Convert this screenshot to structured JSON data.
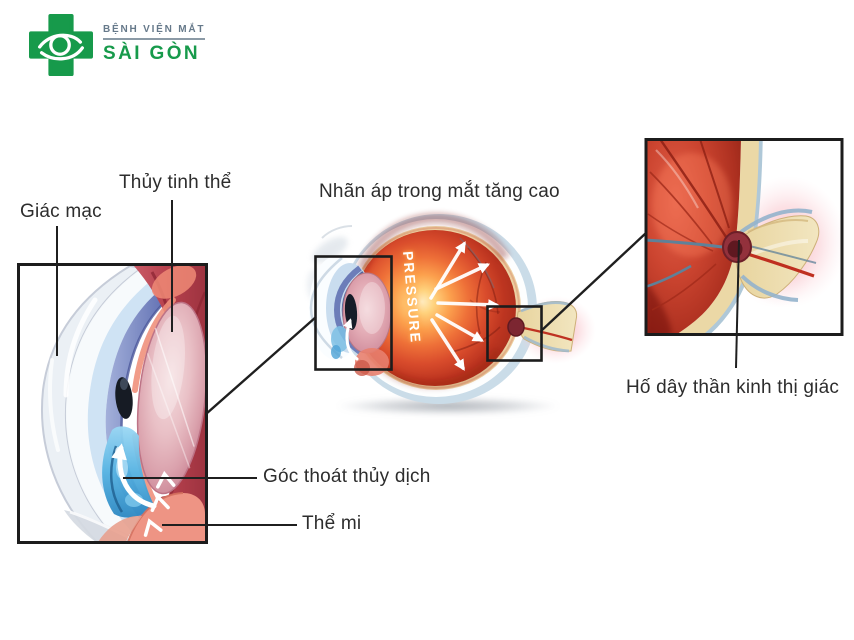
{
  "logo": {
    "icon": "eye-cross-icon",
    "line1": "BỆNH VIỆN MẮT",
    "line2": "SÀI GÒN",
    "colors": {
      "brand_green": "#179a4b",
      "type_gray": "#66798a"
    }
  },
  "diagram": {
    "title": "Nhãn áp trong mắt tăng cao",
    "pressure": "PRESSURE",
    "labels": {
      "cornea": "Giác mạc",
      "lens": "Thủy tinh thể",
      "drainage_angle": "Góc thoát thủy dịch",
      "ciliary_body": "Thể mi",
      "optic_cup": "Hố dây thần kinh thị giác"
    },
    "colors": {
      "label_text": "#2d2d2d",
      "pressure_text": "#ffffff",
      "eye_red": "#c8402a",
      "glow_orange": "#ffcf77",
      "nerve_tan": "#ebd8a6",
      "glow_pink": "#f4a0aa",
      "aqueous_blue": "#55b2e2",
      "iris_purple": "#6272b2",
      "lens_pink": "#dba4ae",
      "line_black": "#1f1f1f"
    }
  }
}
